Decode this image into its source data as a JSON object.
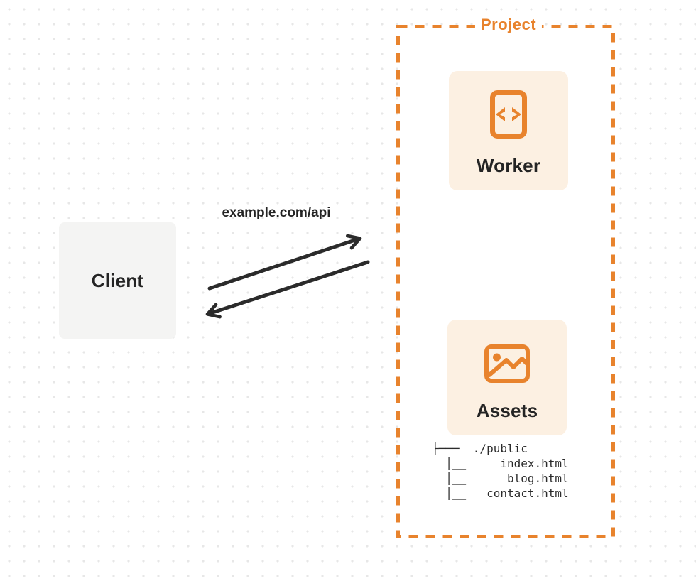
{
  "diagram": {
    "project": {
      "title": "Project"
    },
    "worker": {
      "label": "Worker",
      "icon": "code-file-icon"
    },
    "assets": {
      "label": "Assets",
      "icon": "image-icon"
    },
    "client": {
      "label": "Client"
    },
    "request": {
      "label": "example.com/api"
    },
    "file_tree": {
      "root": "./public",
      "files": [
        "index.html",
        "blog.html",
        "contact.html"
      ],
      "lines": [
        "├───  ./public",
        "  │__     index.html",
        "  │__      blog.html",
        "  │__   contact.html"
      ]
    },
    "colors": {
      "accent": "#E8832D",
      "card_cream": "#FCF0E2",
      "client_gray": "#F4F4F3",
      "text_dark": "#242424",
      "arrow": "#2B2B2B",
      "dot_grid": "#E7E7E7"
    }
  }
}
